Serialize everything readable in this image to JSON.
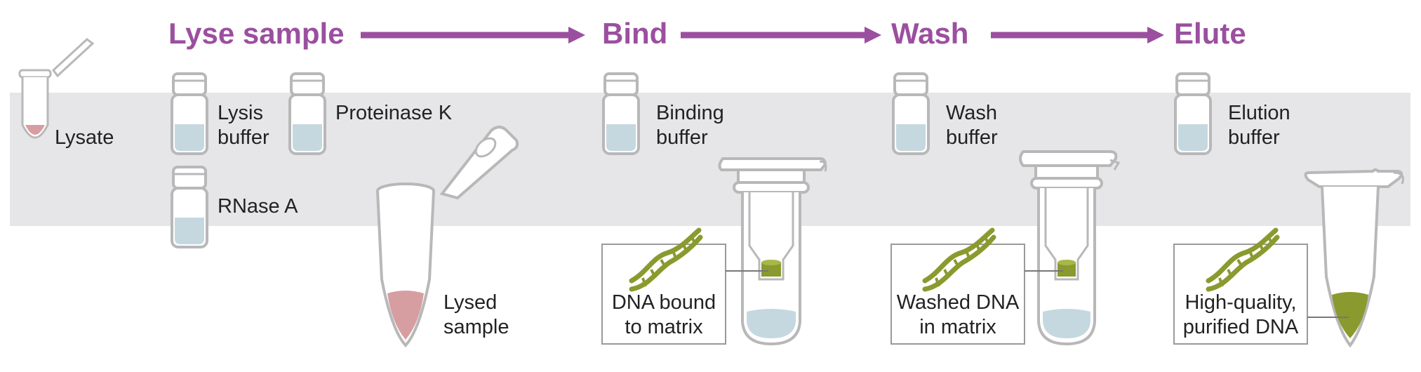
{
  "steps": {
    "lyse": "Lyse sample",
    "bind": "Bind",
    "wash": "Wash",
    "elute": "Elute"
  },
  "reagents": {
    "lysate": "Lysate",
    "lysis_buffer": [
      "Lysis",
      "buffer"
    ],
    "proteinase": "Proteinase K",
    "rnase": "RNase A",
    "lysed_sample": [
      "Lysed",
      "sample"
    ],
    "binding_buffer": [
      "Binding",
      "buffer"
    ],
    "wash_buffer": [
      "Wash",
      "buffer"
    ],
    "elution_buffer": [
      "Elution",
      "buffer"
    ]
  },
  "callouts": {
    "bound": [
      "DNA bound",
      "to matrix"
    ],
    "washed": [
      "Washed DNA",
      "in matrix"
    ],
    "purified": [
      "High-quality,",
      "purified DNA"
    ]
  },
  "icons": {
    "dna": "dna-helix-icon",
    "vial": "reagent-vial-icon",
    "tube": "microcentrifuge-tube-icon",
    "column": "spin-column-icon"
  },
  "colors": {
    "accent": "#9b4f9f",
    "band": "#e6e6e8",
    "outline": "#b8b8b8",
    "liquid_blue": "#c6d8df",
    "lysate_pink": "#d79ea1",
    "dna_green": "#8a9a2e"
  }
}
